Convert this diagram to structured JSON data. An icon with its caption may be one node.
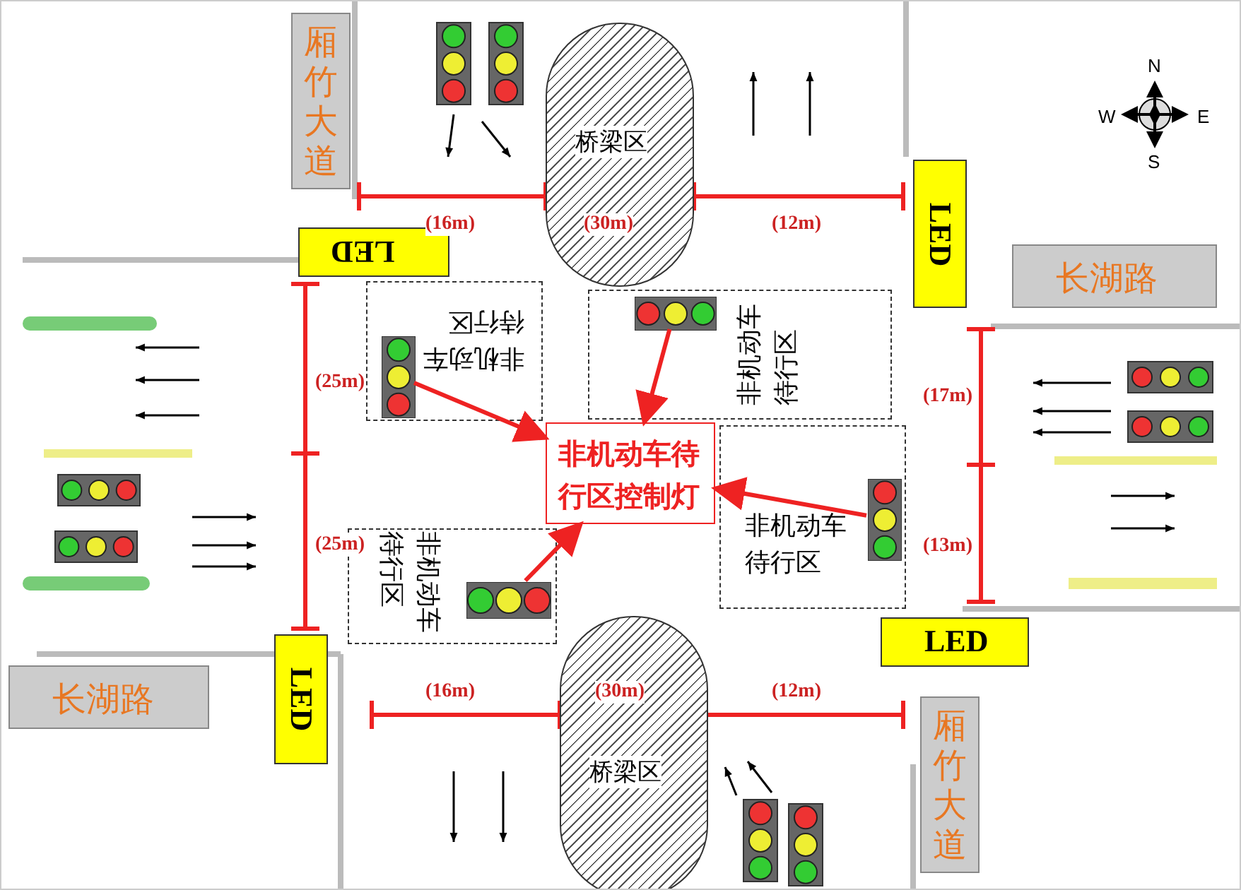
{
  "diagram": {
    "nodes": [
      {
        "text": [
          "厢竹大道"
        ]
      },
      {
        "text": [
          "桥梁区"
        ]
      },
      {
        "text": [
          "LED"
        ]
      },
      {
        "text": [
          "长湖路"
        ]
      },
      {
        "text": [
          "LED"
        ]
      },
      {
        "text": [
          "非机动车待行区"
        ]
      },
      {
        "text": [
          "非机动车待行区"
        ]
      },
      {
        "text": [
          "非机动车待行区控制灯"
        ]
      },
      {
        "text": [
          "非机动车待行区"
        ]
      },
      {
        "text": [
          "非机动车待行区"
        ]
      },
      {
        "text": [
          "LED"
        ]
      },
      {
        "text": [
          "长湖路"
        ]
      },
      {
        "text": [
          "LED"
        ]
      },
      {
        "text": [
          "桥梁区"
        ]
      },
      {
        "text": [
          "厢竹大道"
        ]
      },
      {
        "text": [],
        "shape": "picture",
        "in": 6
      },
      {
        "text": [],
        "shape": "picture",
        "in": 5
      },
      {
        "text": [],
        "shape": "picture",
        "in": 9
      },
      {
        "text": [],
        "shape": "picture",
        "in": 8
      }
    ],
    "edges": [
      {
        "from": 15,
        "to": 7,
        "arrow": "to"
      },
      {
        "from": 16,
        "to": 7,
        "arrow": "to"
      },
      {
        "from": 18,
        "to": 7,
        "arrow": "to"
      },
      {
        "from": 17,
        "to": 7,
        "arrow": "to"
      }
    ],
    "labels": [
      "(16m)",
      "(30m)",
      "(12m)",
      "(25m)",
      "(25m)",
      "(17m)",
      "(13m)",
      "(16m)",
      "(30m)",
      "(12m)",
      "N",
      "W",
      "E",
      "S"
    ]
  }
}
